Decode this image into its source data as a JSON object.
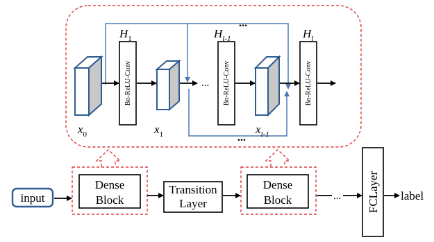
{
  "top_block": {
    "h_labels": {
      "h1_main": "H",
      "h1_sub": "1",
      "hl1_main": "H",
      "hl1_sub": "l-1",
      "hl_main": "H",
      "hl_sub": "l"
    },
    "layer_text": "Bn-ReLU-Conv",
    "x_labels": {
      "x0_main": "x",
      "x0_sub": "0",
      "x1_main": "x",
      "x1_sub": "1",
      "xl1_main": "x",
      "xl1_sub": "l-1"
    },
    "ellipsis": "..."
  },
  "bottom_row": {
    "input_label": "input",
    "dense_block_1": {
      "line1": "Dense",
      "line2": "Block"
    },
    "transition": {
      "line1": "Transition",
      "line2": "Layer"
    },
    "dense_block_2": {
      "line1": "Dense",
      "line2": "Block"
    },
    "ellipsis": "...",
    "fc_label": "FCLayer",
    "output_label": "label"
  },
  "colors": {
    "accent_red": "#e0383b",
    "connection_blue": "#4a79b5",
    "cube_face": "#c8c8c8",
    "cube_edge": "#2e5c92",
    "input_border": "#2e5c92"
  }
}
